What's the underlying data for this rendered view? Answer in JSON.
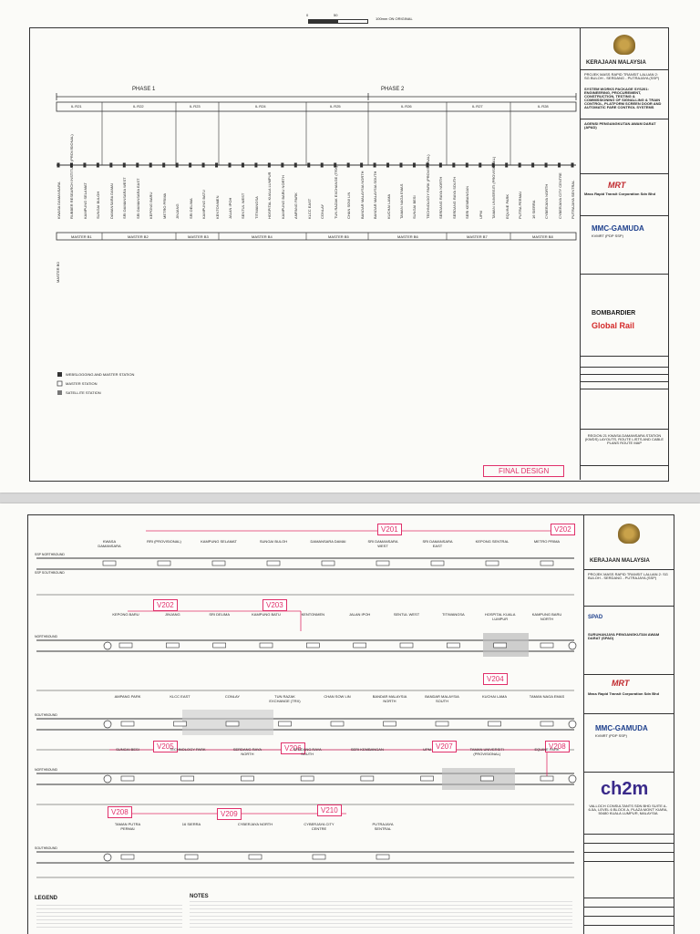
{
  "sheet1": {
    "scale": {
      "a": "0",
      "b": "50",
      "c": "100mm ON ORIGINAL"
    },
    "phases": [
      "PHASE 1",
      "PHASE 2"
    ],
    "regions": [
      "IL R21",
      "IL R22",
      "IL R23",
      "IL R24",
      "IL R25",
      "IL R26",
      "IL R27",
      "IL R28"
    ],
    "masters": [
      "MASTER B1",
      "MASTER B2",
      "MASTER B3",
      "MASTER B4",
      "MASTER B5",
      "MASTER B6",
      "MASTER B7",
      "MASTER B8"
    ],
    "master_left": "MASTER B0",
    "stations": [
      "KWASA DAMANSARA",
      "RUBBER RESEARCH INSTITUTE (PROVISIONAL)",
      "KAMPUNG SELAMAT",
      "SUNGAI BULOH",
      "DAMANSARA DAMAI",
      "SRI DAMANSARA WEST",
      "SRI DAMANSARA EAST",
      "KEPONG BARU",
      "METRO PRIMA",
      "JINJANG",
      "SRI DELIMA",
      "KAMPUNG BATU",
      "KENTONMEN",
      "JALAN IPOH",
      "SENTUL WEST",
      "TITIWANGSA",
      "HOSPITAL KUALA LUMPUR",
      "KAMPUNG BARU NORTH",
      "AMPANG PARK",
      "KLCC EAST",
      "CONLAY",
      "TUN RAZAK EXCHANGE (TRX)",
      "CHAN SOW LIN",
      "BANDAR MALAYSIA NORTH",
      "BANDAR MALAYSIA SOUTH",
      "KUCHAI LAMA",
      "TAMAN NAGA EMAS",
      "SUNGAI BESI",
      "TECHNOLOGY PARK (PROVISIONAL)",
      "SERDANG RAYA NORTH",
      "SERDANG RAYA SOUTH",
      "SERI KEMBANGAN",
      "UPM",
      "TAMAN UNIVERSITI (PROVISIONAL)",
      "EQUINE PARK",
      "PUTRA PERMAI",
      "16 SIERRA",
      "CYBERJAYA NORTH",
      "CYBERJAYA CITY CENTRE",
      "PUTRAJAYA SENTRAL"
    ],
    "legend": [
      "WEBSLOGGING AND MASTER STATION",
      "MASTER STATION",
      "SATELLITE STATION"
    ],
    "final_design": "FINAL DESIGN",
    "title_block": {
      "client": "KERAJAAN MALAYSIA",
      "project_title": "PROJEK MASS RAPID TRANSIT LALUAN 2: SG BULOH - SERDANG - PUTRAJAYA (SSP)",
      "package_title": "SYSTEM WORKS PACKAGE SYS201: ENGINEERING, PROCUREMENT, CONSTRUCTION, TESTING & COMMISSIONING OF SIGNALLING & TRAIN CONTROL, PLATFORM SCREEN DOOR AND AUTOMATIC FARE CONTROL SYSTEMS",
      "agency": "AGENSI PENGANGKUTAN AWAM DARAT (APAD)",
      "owner": "Mass Rapid Transit Corporation Sdn Bhd",
      "pdp": "MMC-GAMUDA",
      "pdp_sub": "KVMRT (PDP SSP)",
      "contractor1": "BOMBARDIER",
      "contractor2": "Global Rail",
      "status": "FINAL DESIGN",
      "drawing_title": "REGION 21 KWASA DAMANSARA STATION (KWDS) LAYOUTS, ROUTE LISTS AND CABLE PLANS ROUTE MAP"
    }
  },
  "sheet2": {
    "v_labels": [
      "V201",
      "V202",
      "V202",
      "V203",
      "V204",
      "V205",
      "V206",
      "V207",
      "V208",
      "V208",
      "V209",
      "V210"
    ],
    "row1": [
      "KWASA DAMANSARA",
      "RRI (PROVISIONAL)",
      "KAMPUNG SELAMAT",
      "SUNGAI BULOH",
      "DAMANSARA DAMAI",
      "SRI DAMANSARA WEST",
      "SRI DAMANSARA EAST",
      "KEPONG SENTRAL",
      "METRO PRIMA"
    ],
    "row2": [
      "KEPONG BARU",
      "JINJANG",
      "SRI DELIMA",
      "KAMPUNG BATU",
      "KENTONMEN",
      "JALAN IPOH",
      "SENTUL WEST",
      "TITIWANGSA",
      "HOSPITAL KUALA LUMPUR",
      "KAMPUNG BARU NORTH"
    ],
    "row3": [
      "AMPANG PARK",
      "KLCC EAST",
      "CONLAY",
      "TUN RAZAK EXCHANGE (TRX)",
      "CHAN SOW LIN",
      "BANDAR MALAYSIA NORTH",
      "BANDAR MALAYSIA SOUTH",
      "KUCHAI LAMA",
      "TAMAN NAGA EMAS"
    ],
    "row4": [
      "SUNGAI BESI",
      "TECHNOLOGY PARK",
      "SERDANG RAYA NORTH",
      "SERDANG RAYA SOUTH",
      "SERI KEMBANGAN",
      "UPM",
      "TAMAN UNIVERSITI (PROVISIONAL)",
      "EQUINE PARK"
    ],
    "row5": [
      "TAMAN PUTRA PERMAI",
      "16 SIERRA",
      "CYBERJAYA NORTH",
      "CYBERJAYA CITY CENTRE",
      "PUTRAJAYA SENTRAL"
    ],
    "track_labels": [
      "SSP NORTHBOUND",
      "SSP SOUTHBOUND",
      "NORTHBOUND",
      "SOUTHBOUND"
    ],
    "legend_title": "LEGEND",
    "notes_title": "NOTES",
    "title_block": {
      "client": "KERAJAAN MALAYSIA",
      "project_title": "PROJEK MASS RAPID TRANSIT LALUAN 2: SG BULOH - SERDANG - PUTRAJAYA (SSP)",
      "agency": "SURUHANJAYA PENGANGKUTAN AWAM DARAT (SPAD)",
      "owner": "Mass Rapid Transit Corporation Sdn Bhd",
      "pdp": "MMC-GAMUDA",
      "pdp_sub": "KVMRT (PDP SSP)",
      "consultant": "ch2m",
      "consultant_addr": "VALLOCH CONSULTANTS SDN BHD SUITE A-6-5A, LEVEL 6 BLOCK A, PLAZA MONT' KIARA, 50480 KUALA LUMPUR, MALAYSIA"
    }
  },
  "colors": {
    "accent_pink": "#e0306a",
    "line": "#333333",
    "paper": "#fbfbf8"
  }
}
